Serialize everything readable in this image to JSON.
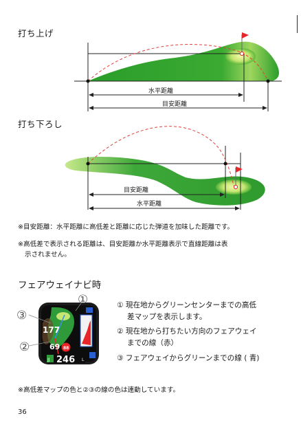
{
  "uphill": {
    "title": "打ち上げ",
    "horizontal_label": "水平距離",
    "guide_label": "目安距離"
  },
  "downhill": {
    "title": "打ち下ろし",
    "guide_label": "目安距離",
    "horizontal_label": "水平距離"
  },
  "notes": [
    "※目安距離：水平距離に高低差と距離に応じた弾道を加味した距離です。",
    "※高低差で表示される距離は、目安距離か水平距離表示で直線距離は表",
    "示されません。"
  ],
  "fairway_navi": {
    "title": "フェアウェイナビ時",
    "device": {
      "number_upper": "177",
      "number_middle": "69",
      "number_bottom": "246",
      "badge": "88",
      "left_mark": "JJ",
      "right_mark": "L",
      "markers": [
        "①",
        "②",
        "③"
      ]
    },
    "captions": [
      [
        "① 現在地からグリーンセンターまでの高低",
        "差マップを表示します。"
      ],
      [
        "② 現在地から打ちたい方向のフェアウェイ",
        "までの線（赤）"
      ],
      [
        "③ フェアウェイからグリーンまでの線 ( 青)"
      ]
    ]
  },
  "footer_note": "※高低差マップの色と②③の線の色は連動しています。",
  "page_number": "36",
  "colors": {
    "trajectory": "#e0403a",
    "green_dark": "#2a9d2a",
    "green_light": "#b8e07a",
    "flag": "#e8262a",
    "device_screen": "#0d0d0d"
  }
}
